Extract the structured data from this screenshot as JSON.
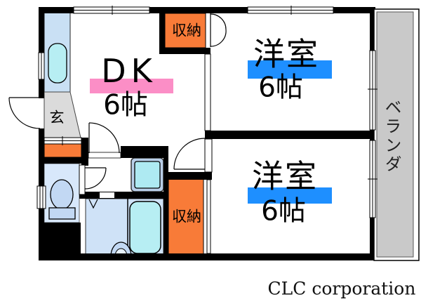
{
  "plan": {
    "dk": {
      "name": "DK",
      "size": "6帖"
    },
    "bedroom_top": {
      "name": "洋室",
      "size": "6帖"
    },
    "bedroom_bottom": {
      "name": "洋室",
      "size": "6帖"
    },
    "entrance": {
      "label": "玄"
    },
    "closet_top": {
      "label": "収納"
    },
    "closet_bottom": {
      "label": "収納"
    },
    "veranda": {
      "label": "ベランダ"
    }
  },
  "credit": {
    "text": "CLC corporation"
  },
  "colors": {
    "wall": "#000000",
    "dk_highlight": "#fb8ec6",
    "room_highlight": "#1e8fff",
    "closet_fill": "#f87b38",
    "veranda_fill": "#c9c9c9",
    "kitchen_fill": "#c9e0f4",
    "water_fill": "#b7eef3",
    "appliance_fill": "#aeeaf2",
    "appliance_frame": "#b9cfe9",
    "bath_floor": "#cfe2f7",
    "toilet_floor": "#d8e8fb",
    "fixture_fill": "#c2d8f3",
    "genkan_floor": "#dbdbdb"
  }
}
